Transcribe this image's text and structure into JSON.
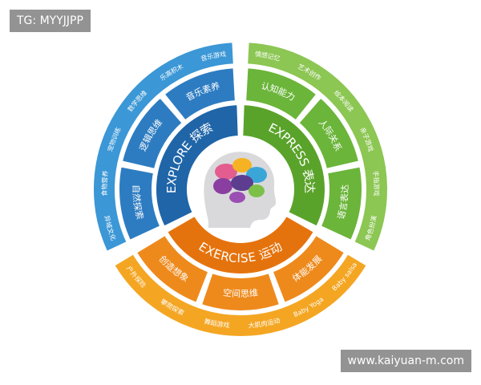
{
  "watermarks": {
    "top": "TG: MYYJJPP",
    "bottom": "www.kaiyuan-m.com"
  },
  "colors": {
    "blue_dark": "#1f65a8",
    "blue_mid": "#2d7cc2",
    "blue_light": "#3b97d6",
    "green_dark": "#5aa32a",
    "green_mid": "#6bb53a",
    "green_light": "#8cc653",
    "orange_dark": "#e5730d",
    "orange_mid": "#ee8a1c",
    "orange_light": "#f4a623",
    "head_gray": "#d9d9db"
  },
  "icons": {
    "center": "brain-head-icon"
  },
  "explore": {
    "title": "EXPLORE 探索",
    "inner": [
      "自然探索",
      "逻辑思维",
      "音乐素养"
    ],
    "outer": [
      "异域文化",
      "食物营养",
      "宠物训练",
      "数学思维",
      "乐高积木",
      "音乐游戏"
    ]
  },
  "express": {
    "title": "EXPRESS 表达",
    "inner": [
      "认知能力",
      "人际关系",
      "语言表达"
    ],
    "outer": [
      "情感记忆",
      "艺术创作",
      "绘本阅读",
      "亲子游戏",
      "手指游戏",
      "角色扮演"
    ]
  },
  "exercise": {
    "title": "EXERCISE 运动",
    "inner": [
      "体能发展",
      "空间思维",
      "创造想象"
    ],
    "outer": [
      "Baby salsa",
      "Baby Yoga",
      "大肌肉运动",
      "舞蹈游戏",
      "攀爬探索",
      "户外探险"
    ]
  }
}
